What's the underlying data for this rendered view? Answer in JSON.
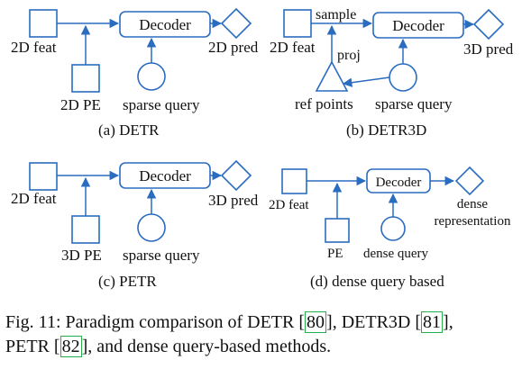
{
  "panels": {
    "a": {
      "caption": "(a)  DETR",
      "feat": "2D feat",
      "pe": "2D PE",
      "decoder": "Decoder",
      "query": "sparse query",
      "pred": "2D pred"
    },
    "b": {
      "caption": "(b)  DETR3D",
      "feat": "2D feat",
      "sample": "sample",
      "proj": "proj",
      "decoder": "Decoder",
      "ref": "ref points",
      "query": "sparse query",
      "pred": "3D pred"
    },
    "c": {
      "caption": "(c)  PETR",
      "feat": "2D feat",
      "pe": "3D PE",
      "decoder": "Decoder",
      "query": "sparse query",
      "pred": "3D pred"
    },
    "d": {
      "caption": "(d)  dense query based",
      "feat": "2D feat",
      "pe": "PE",
      "decoder": "Decoder",
      "query": "dense query",
      "pred_line1": "dense",
      "pred_line2": "representation"
    }
  },
  "caption": {
    "fig_label": "Fig. 11:",
    "text1": " Paradigm comparison of DETR ",
    "ref1": "80",
    "text2": ", DETR3D ",
    "ref2": "81",
    "text3": ",",
    "text4": "PETR ",
    "ref3": "82",
    "text5": ", and dense query-based methods."
  },
  "colors": {
    "shape_stroke": "#2a6cc0",
    "ref_box": "#22b14c"
  }
}
